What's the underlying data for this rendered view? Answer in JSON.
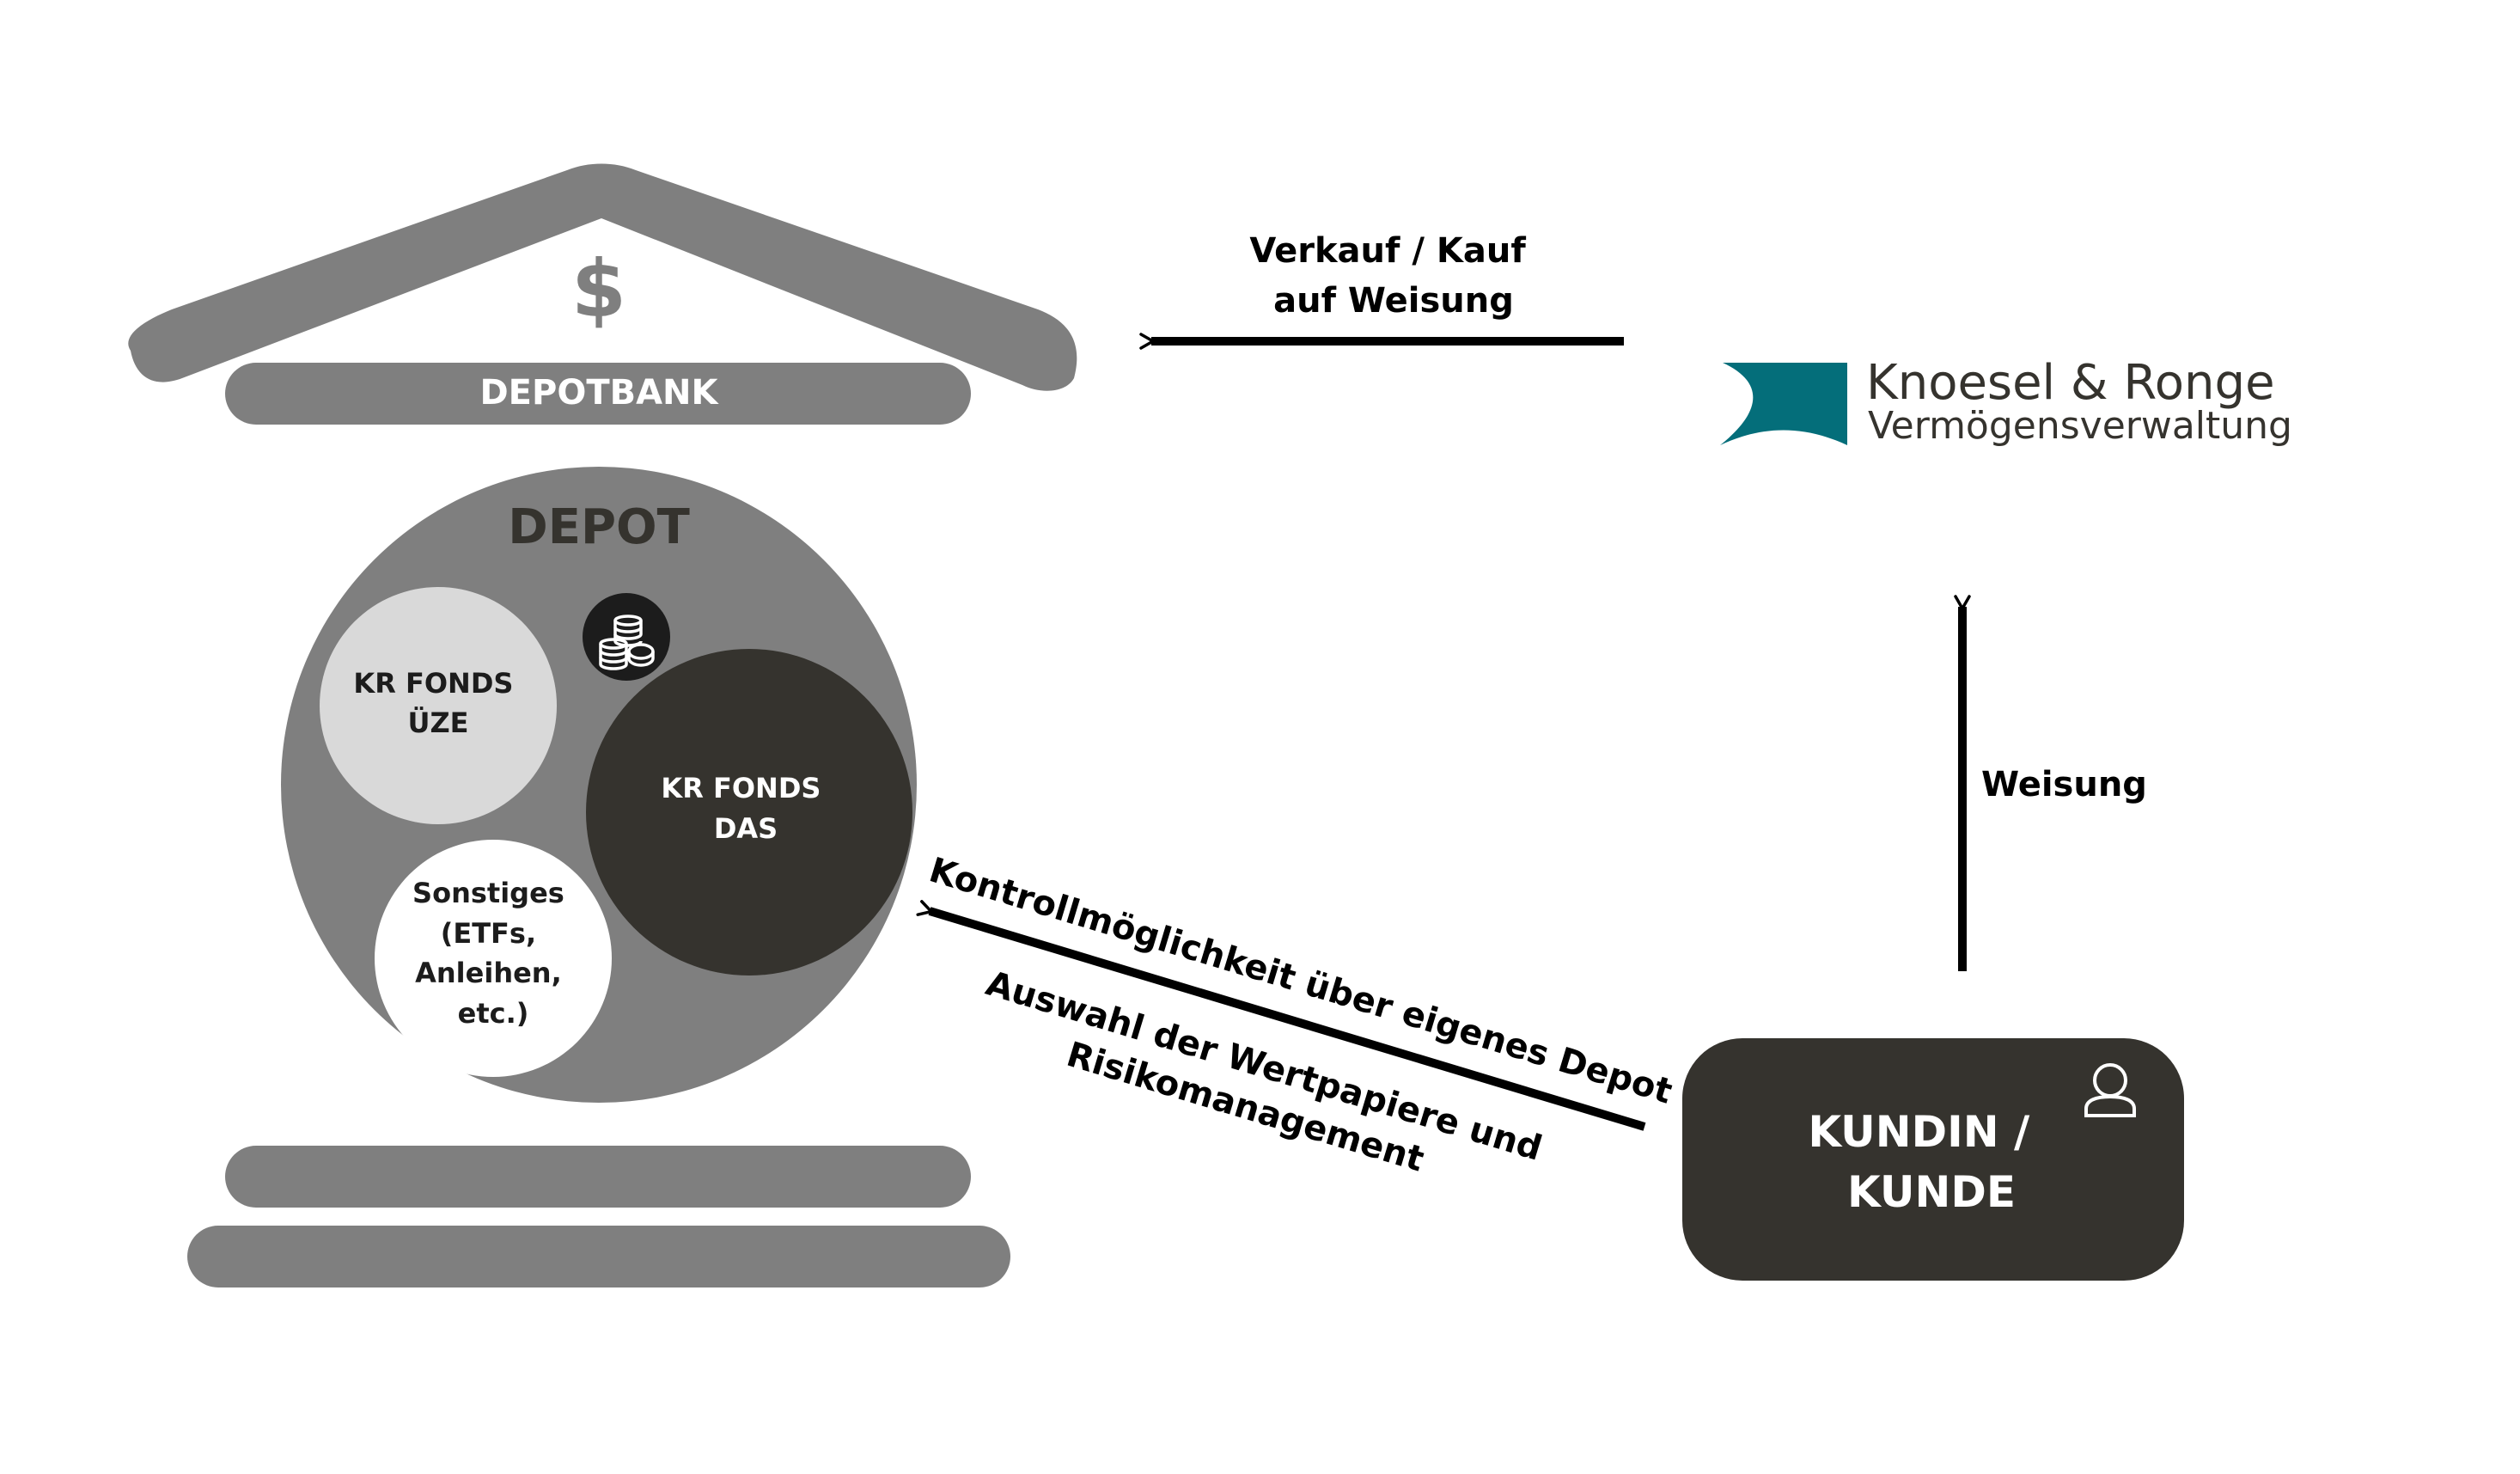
{
  "bank": {
    "label": "DEPOTBANK",
    "symbol": "$",
    "colors": {
      "gray": "#7f7f7f"
    }
  },
  "depot": {
    "title": "DEPOT",
    "coin_icon": "coin-stack-icon",
    "funds": {
      "ueze": [
        "KR FONDS",
        "ÜZE"
      ],
      "das": [
        "KR FONDS",
        "DAS"
      ],
      "other": [
        "Sonstiges",
        "(ETFs,",
        "Anleihen,",
        "etc.)"
      ]
    },
    "colors": {
      "outer": "#7f7f7f",
      "ueze": "#d9d9d9",
      "das": "#35332e",
      "other": "#ffffff"
    }
  },
  "arrows": {
    "sell_buy": [
      "Verkauf / Kauf",
      "auf Weisung"
    ],
    "instruction": "Weisung",
    "control": "Kontrollmöglichkeit über eigenes Depot",
    "selection": [
      "Auswahl der Wertpapiere und",
      "Risikomanagement"
    ]
  },
  "logo": {
    "company": "Knoesel & Ronge",
    "subtitle": "Vermögensverwaltung",
    "colors": {
      "mark": "#046e7a",
      "text": "#35332e"
    }
  },
  "client": {
    "label": [
      "KUNDIN /",
      "KUNDE"
    ],
    "icon": "person-icon",
    "colors": {
      "box": "#35332e",
      "text": "#ffffff"
    }
  }
}
